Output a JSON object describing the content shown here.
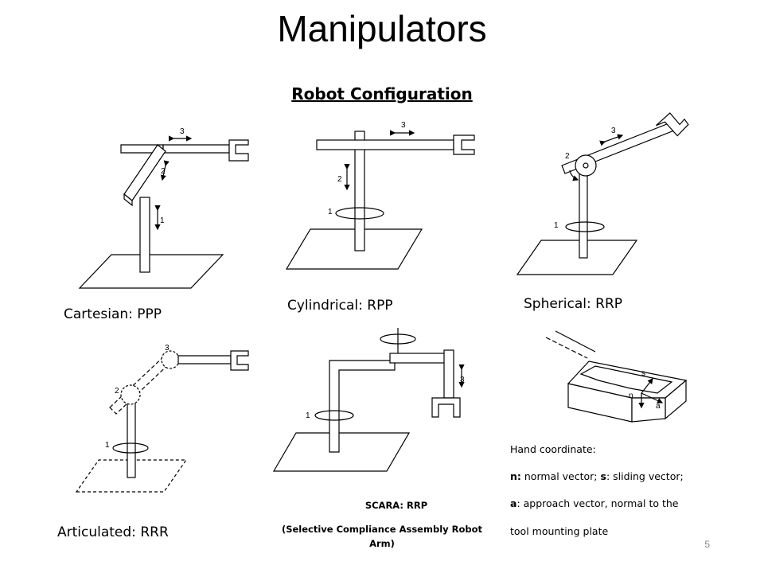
{
  "title": "Manipulators",
  "subtitle": "Robot Configuration",
  "figures": {
    "cartesian": {
      "caption": "Cartesian: PPP",
      "labels": [
        "3",
        "2",
        "1"
      ]
    },
    "cylindrical": {
      "caption": "Cylindrical: RPP",
      "labels": [
        "3",
        "2",
        "1"
      ]
    },
    "spherical": {
      "caption": "Spherical: RRP",
      "labels": [
        "3",
        "2",
        "1"
      ]
    },
    "articulated": {
      "caption": "Articulated: RRR",
      "labels": [
        "3",
        "2",
        "1"
      ]
    },
    "scara": {
      "caption_line1": "SCARA: RRP",
      "caption_line2": "(Selective Compliance Assembly Robot Arm)",
      "labels": [
        "3",
        "1"
      ]
    },
    "hand": {
      "axis_labels": [
        "s",
        "n",
        "a"
      ],
      "text_line1": "Hand coordinate:",
      "text_line2_bold_n": "n:",
      "text_line2_n_desc": " normal vector; ",
      "text_line2_bold_s": "s",
      "text_line2_s_desc": ": sliding vector;",
      "text_line3_bold_a": "a",
      "text_line3_a_desc": ": approach vector, normal to the",
      "text_line4": "tool mounting plate"
    }
  },
  "page_number": "5"
}
